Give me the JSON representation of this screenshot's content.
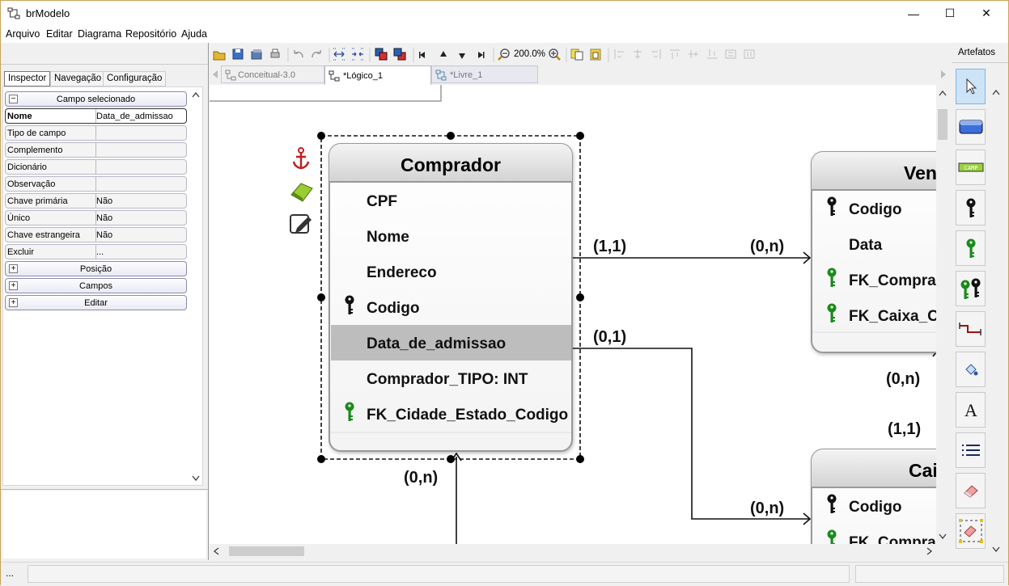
{
  "window": {
    "title": "brModelo",
    "minimize": "—",
    "maximize": "☐",
    "close": "✕"
  },
  "menu": [
    "Arquivo",
    "Editar",
    "Diagrama",
    "Repositório",
    "Ajuda"
  ],
  "toolbar": {
    "zoom": "200.0%"
  },
  "left_tabs": [
    "Inspector",
    "Navegação",
    "Configuração"
  ],
  "inspector": {
    "section_title": "Campo selecionado",
    "fields": [
      {
        "key": "Nome",
        "value": "Data_de_admissao"
      },
      {
        "key": "Tipo de campo",
        "value": ""
      },
      {
        "key": "Complemento",
        "value": ""
      },
      {
        "key": "Dicionário",
        "value": ""
      },
      {
        "key": "Observação",
        "value": ""
      },
      {
        "key": "Chave primária",
        "value": "Não"
      },
      {
        "key": "Único",
        "value": "Não"
      },
      {
        "key": "Chave estrangeira",
        "value": "Não"
      },
      {
        "key": "Excluir",
        "value": "..."
      }
    ],
    "groups": [
      "Posição",
      "Campos",
      "Editar"
    ]
  },
  "doc_tabs": [
    "Conceitual-3.0",
    "*Lógico_1",
    "*Livre_1"
  ],
  "diagram": {
    "entities": [
      {
        "name": "Comprador",
        "fields": [
          {
            "label": "CPF",
            "key": "none"
          },
          {
            "label": "Nome",
            "key": "none"
          },
          {
            "label": "Endereco",
            "key": "none"
          },
          {
            "label": "Codigo",
            "key": "primary"
          },
          {
            "label": "Data_de_admissao",
            "key": "none",
            "selected": true
          },
          {
            "label": "Comprador_TIPO: INT",
            "key": "none"
          },
          {
            "label": "FK_Cidade_Estado_Codigo",
            "key": "foreign"
          }
        ]
      },
      {
        "name": "Vendas",
        "fields": [
          {
            "label": "Codigo",
            "key": "primary"
          },
          {
            "label": "Data",
            "key": "none"
          },
          {
            "label": "FK_Comprador",
            "key": "foreign"
          },
          {
            "label": "FK_Caixa_Codigo",
            "key": "foreign"
          }
        ]
      },
      {
        "name": "Caixa",
        "fields": [
          {
            "label": "Codigo",
            "key": "primary"
          },
          {
            "label": "FK_Comprador",
            "key": "foreign"
          }
        ]
      }
    ],
    "cardinalities": [
      "(1,1)",
      "(0,n)",
      "(0,1)",
      "(0,n)",
      "(0,n)",
      "(1,1)",
      "(0,n)"
    ]
  },
  "right_panel": {
    "title": "Artefatos"
  },
  "status": {
    "left": "..."
  },
  "colors": {
    "selection_row": "#bdbdbd",
    "key_primary": "#111111",
    "key_foreign": "#1a8a1a",
    "header_gray": "#d6d6d6"
  }
}
